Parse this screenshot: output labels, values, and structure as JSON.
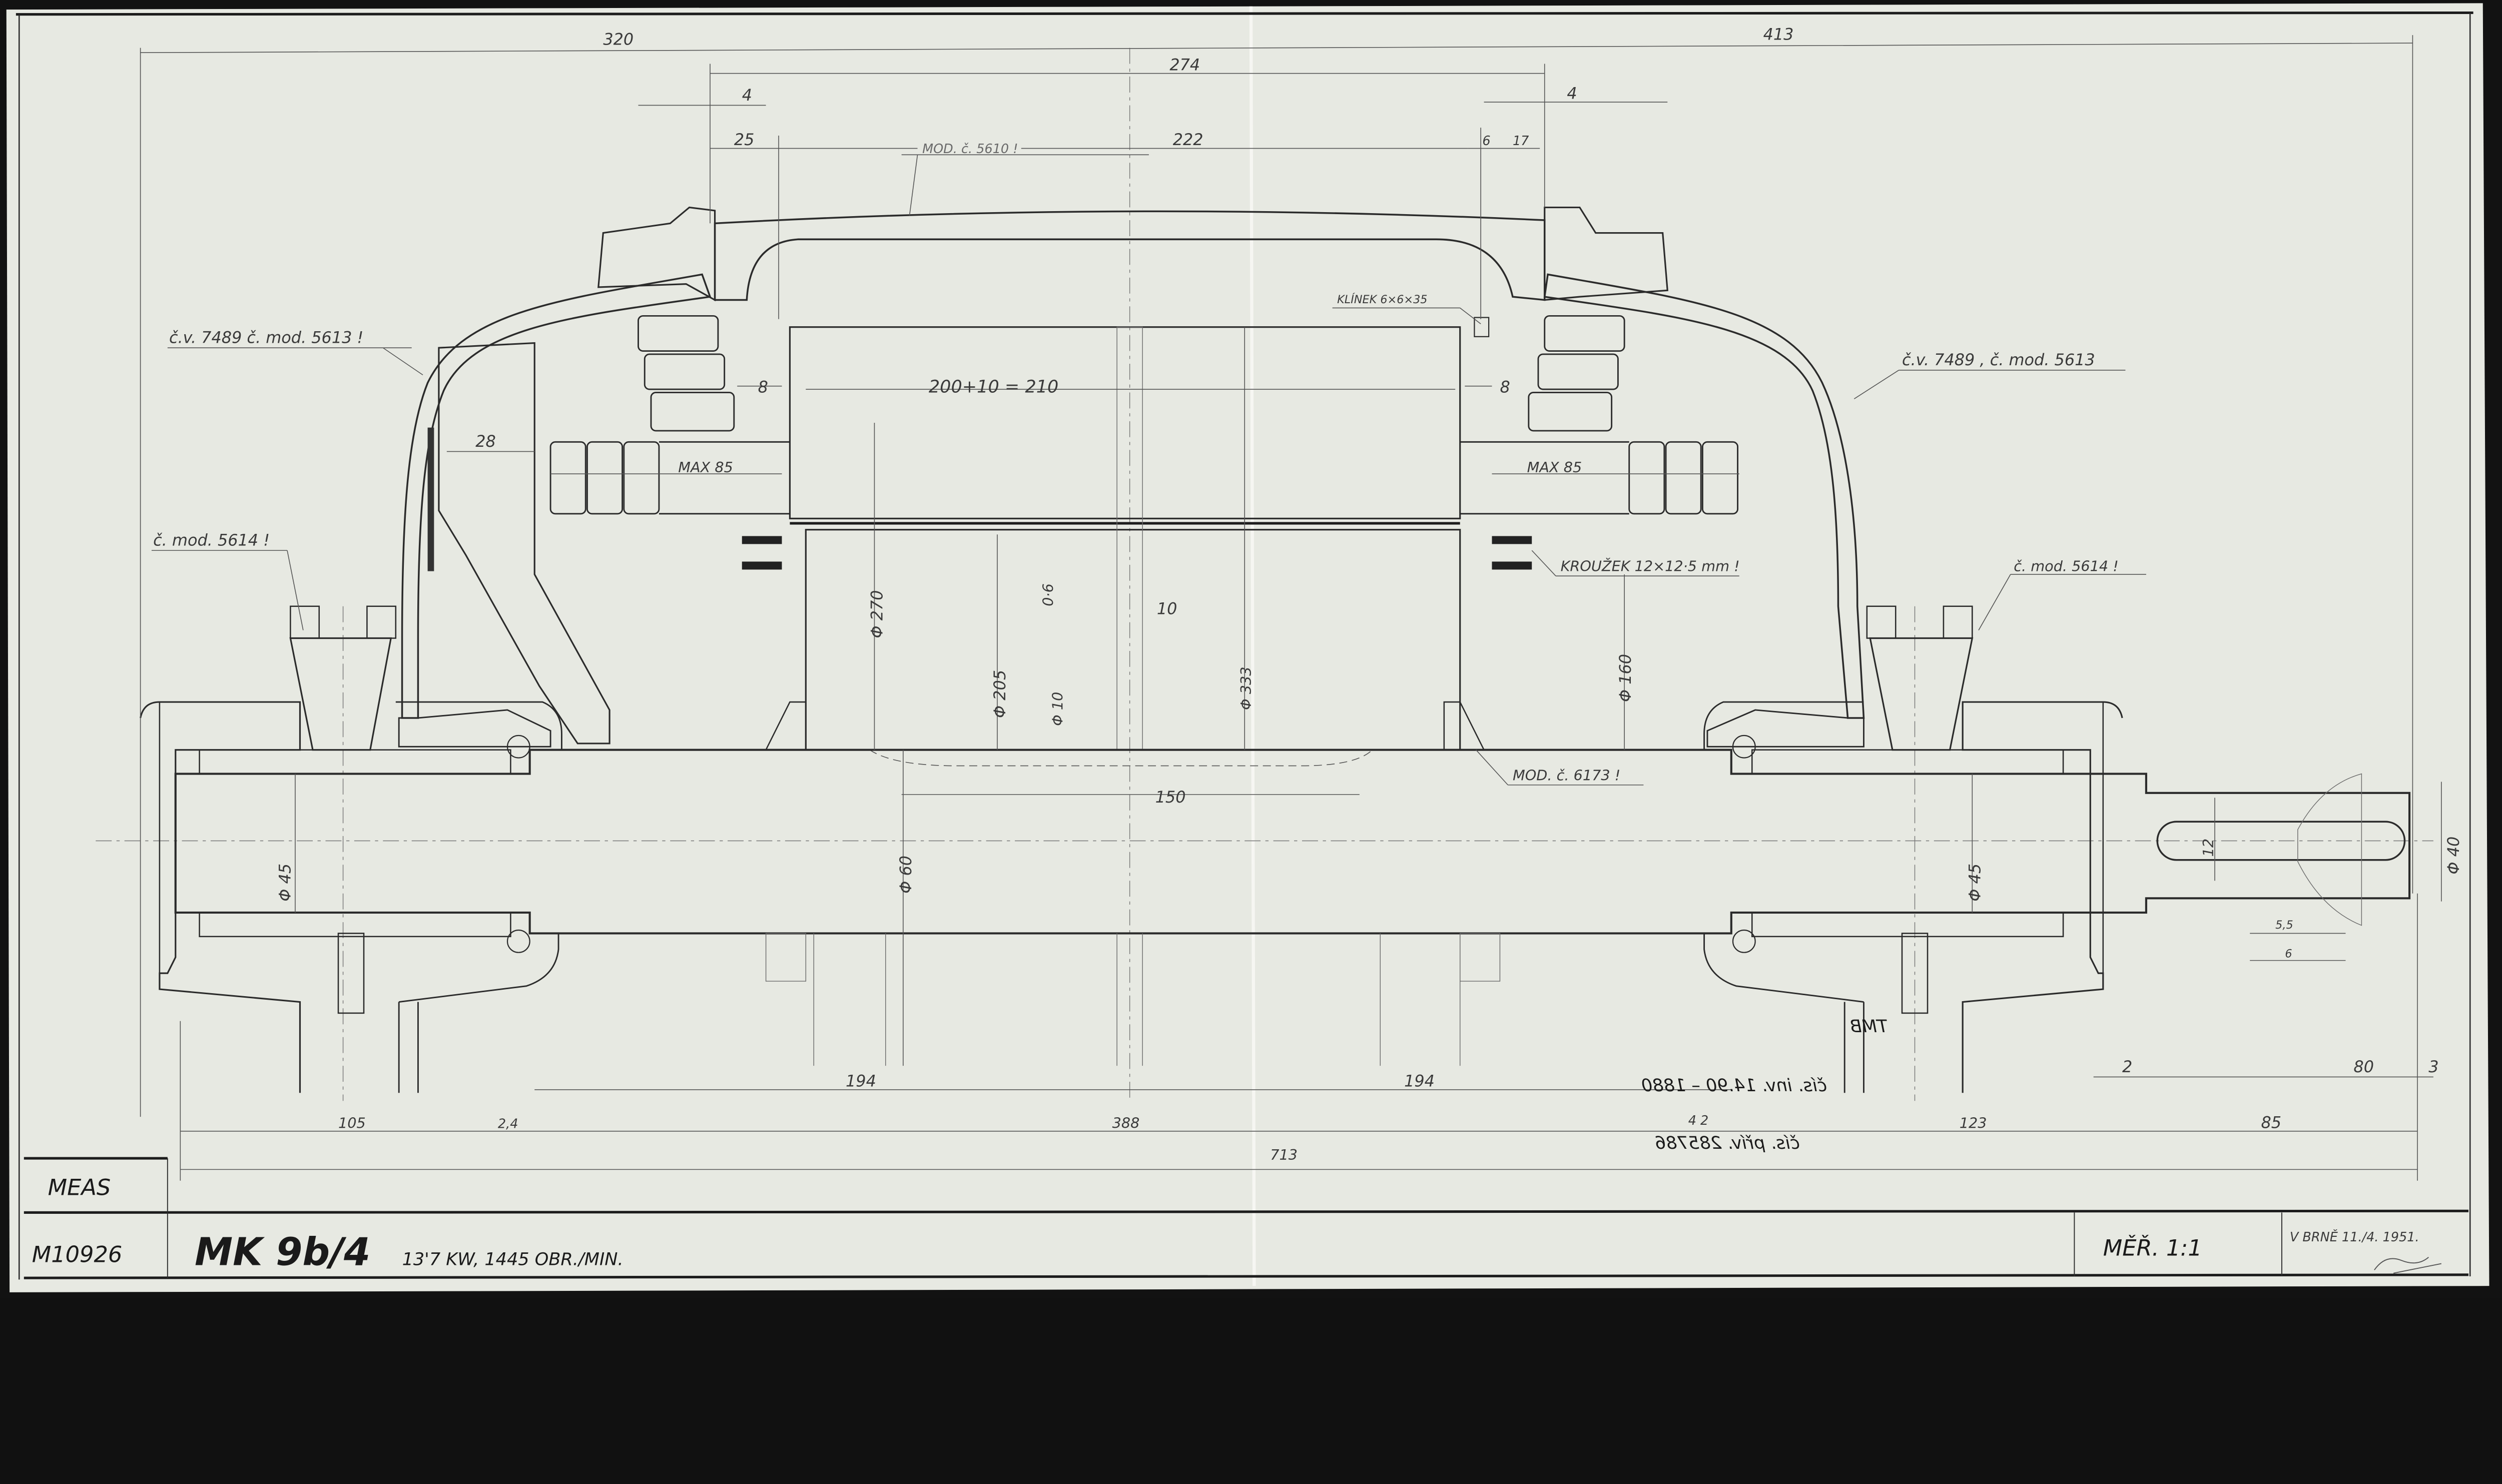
{
  "title_block": {
    "material_label": "MEAS",
    "drawing_number": "M10926",
    "model": "MK 9b/4",
    "rating": "13'7 KW, 1445 OBR./MIN.",
    "scale": "MĚŘ. 1:1",
    "place_date": "V BRNĚ 11./4. 1951."
  },
  "dimensions": {
    "top": {
      "left_overall": "320",
      "right_overall": "413",
      "frame_length": "274",
      "flange_left": "4",
      "flange_right": "4",
      "offset_left": "25",
      "inner_length": "222",
      "gap_right_a": "6",
      "gap_right_b": "17"
    },
    "core": {
      "stack": "200+10 = 210",
      "gap_left": "8",
      "gap_right": "8",
      "fan_gap": "28",
      "winding_left": "MAX 85",
      "winding_right": "MAX 85",
      "air_gap": "0·6",
      "duct": "10",
      "stator_bore": "Φ 270",
      "rotor_dia": "Φ 205",
      "duct_dia": "Φ 10",
      "stator_outer": "Φ 333",
      "bearing_seat": "Φ 160",
      "rotor_length": "150",
      "shaft_dia": "Φ 60",
      "bearing_left": "Φ 45",
      "bearing_right": "Φ 45",
      "key_width": "12",
      "shaft_end": "Φ 40",
      "key_depth_a": "5,5",
      "key_depth_b": "6"
    },
    "bottom": {
      "half_left": "194",
      "half_right": "194",
      "end_left": "105",
      "gap_left": "2,4",
      "between": "388",
      "overall": "713",
      "gap_right": "4 2",
      "end_right": "123",
      "shoulder": "2",
      "key_length": "80",
      "end_gap": "3",
      "shaft_ext": "85"
    }
  },
  "callouts": {
    "endbell_left": "č.v. 7489  č. mod. 5613 !",
    "endbell_right": "č.v. 7489 , č. mod. 5613",
    "frame": "MOD. č. 5610 !",
    "key": "KLÍNEK 6×6×35",
    "ring": "KROUŽEK 12×12·5 mm !",
    "cap_left": "č. mod. 5614 !",
    "cap_right": "č. mod. 5614 !",
    "rotor": "MOD. č. 6173 !"
  },
  "stamps": {
    "mark": "TMB",
    "inventory": "čís. inv. 14.90 – 1880",
    "entry": "čís. přív. 285786"
  },
  "colors": {
    "paper": "#e7e9e2",
    "ink": "#2b2b2b"
  }
}
